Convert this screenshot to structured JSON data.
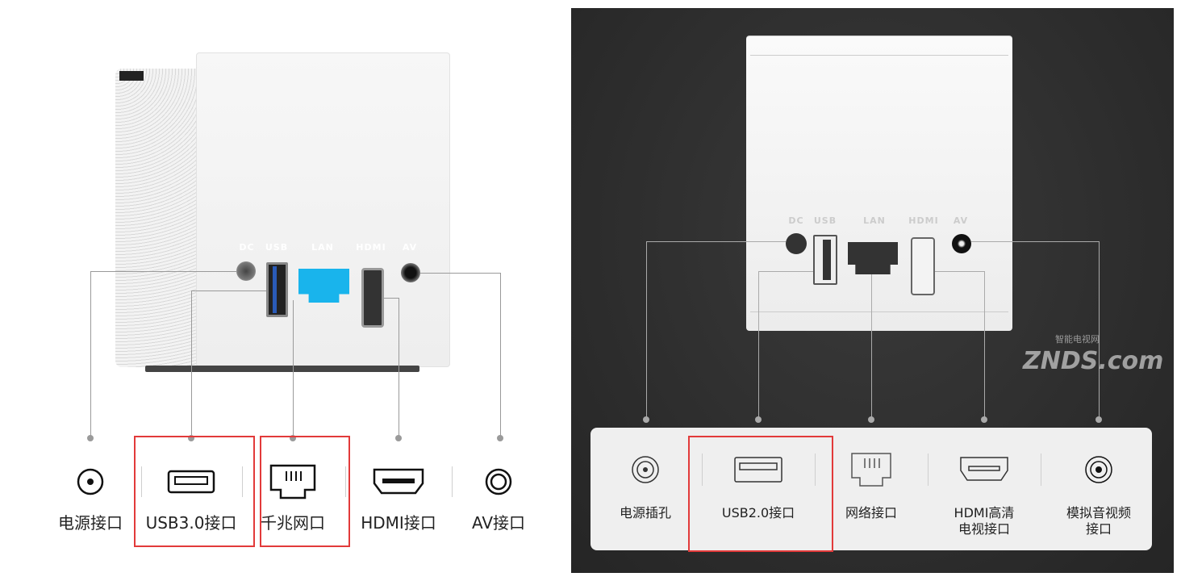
{
  "left": {
    "port_labels": [
      "DC",
      "USB",
      "LAN",
      "HDMI",
      "AV"
    ],
    "interfaces": [
      "电源接口",
      "USB3.0接口",
      "千兆网口",
      "HDMI接口",
      "AV接口"
    ],
    "highlighted": [
      "USB3.0接口",
      "千兆网口"
    ],
    "lan_color": "#19b4ec"
  },
  "right": {
    "port_labels": [
      "DC",
      "USB",
      "LAN",
      "HDMI",
      "AV"
    ],
    "interfaces": [
      "电源插孔",
      "USB2.0接口",
      "网络接口",
      "HDMI高清\n电视接口",
      "模拟音视频\n接口"
    ],
    "interface_lines": [
      [
        "电源插孔"
      ],
      [
        "USB2.0接口"
      ],
      [
        "网络接口"
      ],
      [
        "HDMI高清",
        "电视接口"
      ],
      [
        "模拟音视频",
        "接口"
      ]
    ],
    "highlighted": [
      "USB2.0接口"
    ],
    "watermark": "ZNDS.com",
    "watermark_sub": "智能电视网"
  },
  "colors": {
    "highlight": "#e23a3a",
    "dark_bg": "#2c2c2c",
    "panel": "#efefef"
  }
}
